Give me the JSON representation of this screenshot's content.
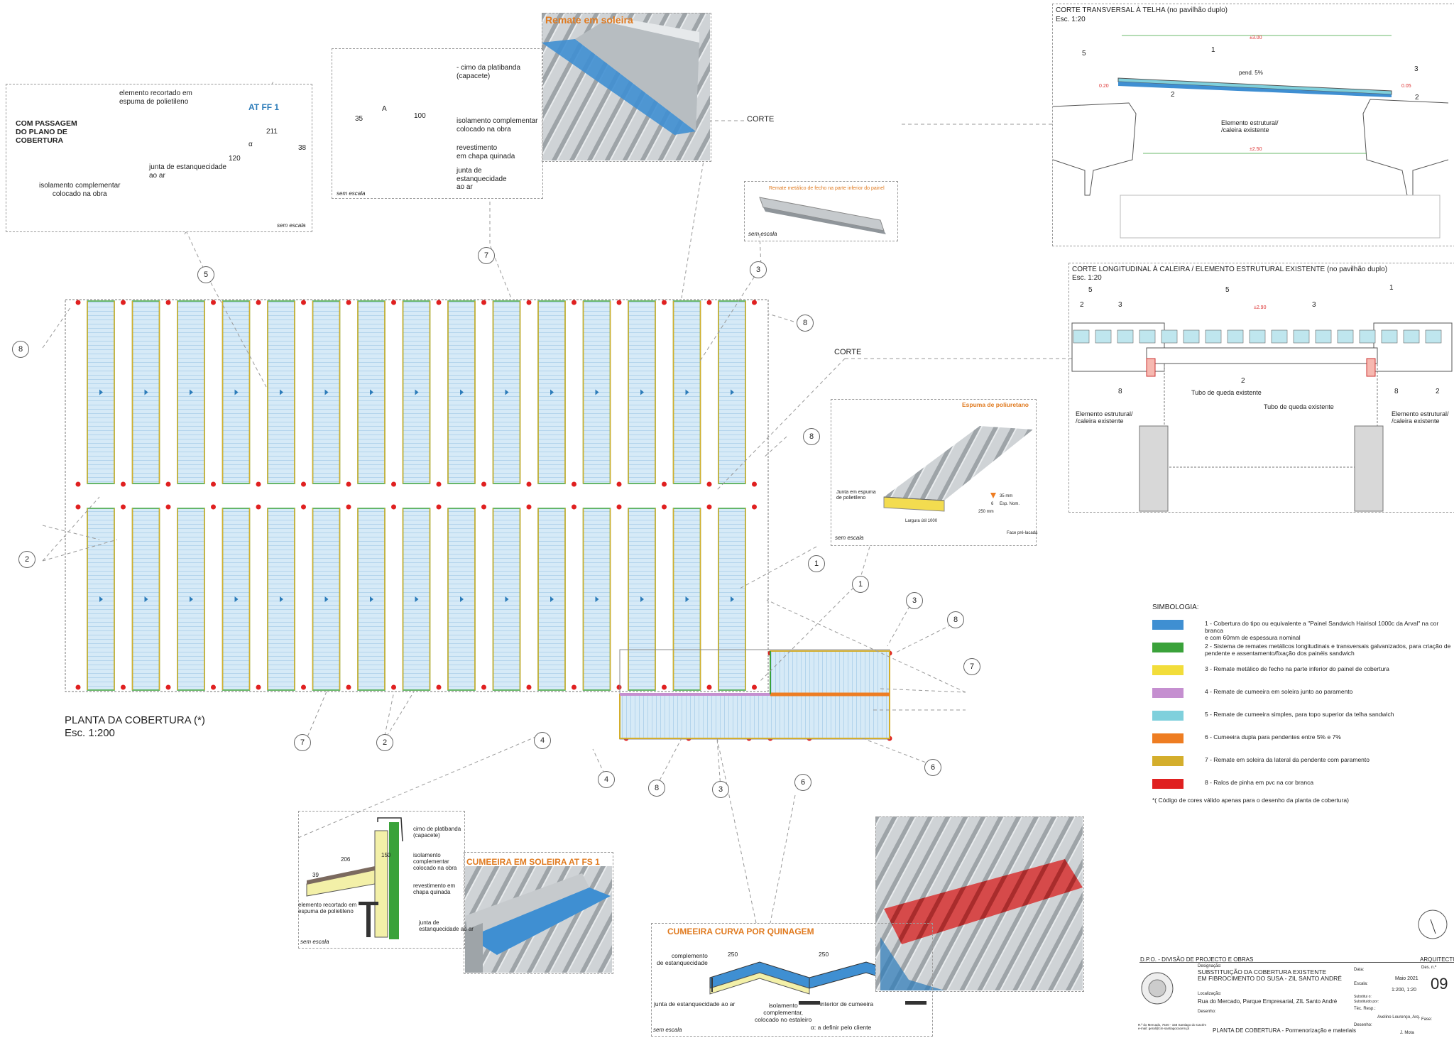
{
  "plan": {
    "title": "PLANTA DA COBERTURA (*)",
    "scale": "Esc. 1:200",
    "corte_label_1": "CORTE",
    "corte_label_2": "CORTE"
  },
  "callouts": [
    "5",
    "7",
    "3",
    "8",
    "8",
    "8",
    "2",
    "1",
    "1",
    "3",
    "8",
    "7",
    "7",
    "2",
    "4",
    "4",
    "8",
    "3",
    "6",
    "6"
  ],
  "detail_ff1": {
    "heading": "COM PASSAGEM\nDO PLANO DE\nCOBERTURA",
    "tag": "AT FF 1",
    "label_1": "elemento recortado em\nespuma de polietileno",
    "label_2": "junta de estanquecidade\nao ar",
    "label_3": "isolamento complementar\ncolocado na obra",
    "dim_211": "211",
    "dim_38": "38",
    "dim_120": "120",
    "dim_alpha": "α",
    "note": "sem escala"
  },
  "detail_soleira": {
    "label_1": "- cimo da platibanda\n(capacete)",
    "label_2": "isolamento complementar\ncolocado na obra",
    "label_3": "revestimento\nem chapa quinada",
    "label_4": "junta de\nestanquecidade\nao ar",
    "dim_35": "35",
    "dim_A": "A",
    "dim_100": "100",
    "note": "sem escala"
  },
  "remate_soleira": {
    "title": "Remate em soleira"
  },
  "remate_fecho": {
    "caption": "Remate metálico de fecho na parte inferior do painel",
    "note": "sem escala"
  },
  "espuma": {
    "title": "Espuma de poliuretano",
    "label_1": "Junta em espuma\nde polietileno",
    "dim_1": "35 mm",
    "dim_2": "250 mm",
    "dim_3": "Esp. Nom.",
    "dim_6": "6",
    "width": "Largura útil 1000",
    "face": "Face pré-lacada",
    "note": "sem escala"
  },
  "corte_transversal": {
    "title": "CORTE TRANSVERSAL À TELHA (no pavilhão duplo)",
    "scale": "Esc. 1:20",
    "dim_top": "±3.00",
    "dim_bottom": "±2.50",
    "slope": "pend. 5%",
    "label_1": "Elemento estrutural/\n/caleira existente",
    "dim_l": "0.20",
    "dim_r": "0.05",
    "n5": "5",
    "n1": "1",
    "n3": "3",
    "n2a": "2",
    "n2b": "2"
  },
  "corte_longitudinal": {
    "title": "CORTE LONGITUDINAL À CALEIRA / ELEMENTO ESTRUTURAL EXISTENTE (no pavilhão duplo)",
    "scale": "Esc. 1:20",
    "dim": "±2.90",
    "tubo_1": "Tubo de queda existente",
    "tubo_2": "Tubo de queda existente",
    "elem_1": "Elemento estrutural/\n/caleira existente",
    "elem_2": "Elemento estrutural/\n/caleira existente",
    "n5a": "5",
    "n3a": "3",
    "n5b": "5",
    "n3b": "3",
    "n1": "1",
    "n2a": "2",
    "n2b": "2",
    "n2c": "2",
    "n8a": "8",
    "n8b": "8"
  },
  "legend": {
    "title": "SIMBOLOGIA:",
    "items": [
      {
        "color": "#3f8fd2",
        "text": "1 - Cobertura do tipo ou equivalente a \"Painel Sandwich Hairisol 1000c da Arval\" na cor branca\ne com 60mm de espessura nominal"
      },
      {
        "color": "#3aa23a",
        "text": "2 - Sistema de remates metálicos longitudinais e transversais galvanizados, para criação de\npendente e assentamento/fixação dos painéis sandwich"
      },
      {
        "color": "#f2dd3a",
        "text": "3 - Remate metálico de fecho na parte inferior do painel de cobertura"
      },
      {
        "color": "#c58fd0",
        "text": "4 - Remate de cumeeira em soleira junto ao paramento"
      },
      {
        "color": "#7fd0dc",
        "text": "5 - Remate de cumeeira simples, para topo superior da telha sandwich"
      },
      {
        "color": "#ee7d22",
        "text": "6 - Cumeeira dupla para pendentes entre 5% e 7%"
      },
      {
        "color": "#d4ae2c",
        "text": "7 - Remate em soleira da lateral da pendente com paramento"
      },
      {
        "color": "#e02020",
        "text": "8 - Ralos de pinha em pvc na cor branca"
      }
    ],
    "note": "*( Código de cores válido apenas para o desenho da planta de cobertura)"
  },
  "detail_fs1": {
    "label_1": "cimo de platibanda\n(capacete)",
    "label_2": "isolamento\ncomplementar\ncolocado na obra",
    "label_3": "revestimento em\nchapa quinada",
    "label_4": "elemento recortado em\nespuma de polietileno",
    "label_5": "junta de\nestanquecidade ao ar",
    "dim_206": "206",
    "dim_39": "39",
    "dim_150": "150",
    "note": "sem escala",
    "title": "CUMEEIRA EM SOLEIRA AT FS 1"
  },
  "cumeeira_curva": {
    "title": "CUMEEIRA CURVA POR QUINAGEM",
    "label_1": "complemento\nde estanquecidade",
    "label_2": "junta de estanquecidade ao ar",
    "label_3": "isolamento\ncomplementar,\ncolocado no estaleiro",
    "label_4": "interior de cumeeira",
    "label_5": "α: a definir pelo cliente",
    "dim_1": "250",
    "dim_2": "250",
    "note": "sem escala"
  },
  "title_block": {
    "org": "D.P.O. - DIVISÃO DE PROJECTO E OBRAS",
    "dept": "ARQUITECTURA",
    "designacao_label": "Designação:",
    "designacao": "SUBSTITUIÇÃO DA COBERTURA EXISTENTE\nEM FIBROCIMENTO DO SUSA - ZIL SANTO ANDRÉ",
    "localizacao_label": "Localização:",
    "localizacao": "Rua do Mercado, Parque Empresarial, ZIL Santo André",
    "desenho_label": "Desenho:",
    "desenho": "PLANTA DE COBERTURA - Pormenorização e materiais",
    "data_label": "Data:",
    "data": "Maio 2021",
    "escala_label": "Escala:",
    "escala": "1:200, 1:20",
    "substitui": "Substitui o:",
    "substituido": "Substituído por:",
    "tec_label": "Téc. Resp.:",
    "tec": "Avelino Lourenço, Arq.",
    "des_label": "Desenho:",
    "des": "J. Mota",
    "fase_label": "Fase:",
    "desn_label": "Des. n.º",
    "sheet": "09",
    "address": "R.ª do Mercado, 7540 - 158 Santiago do Cacém\ne-mail: geral@cm-santiagocacem.pt"
  }
}
